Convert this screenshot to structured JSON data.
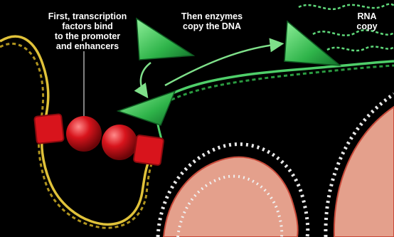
{
  "labels": {
    "transcription_factors": [
      "First, transcription",
      "factors bind",
      "to the promoter",
      "and enhancers"
    ],
    "enzymes": [
      "Then enzymes",
      "copy the DNA"
    ],
    "rna": [
      "RNA",
      "copy"
    ]
  },
  "colors": {
    "background": "#000000",
    "dna_yellow": "#e0c23a",
    "dna_green": "#4fcf6a",
    "transcription_factor_red": "#d8141c",
    "enzyme_green": "#3fbf5a",
    "arrow_green": "#7fe08a",
    "nucleosome_pink": "#e4a08c",
    "nucleosome_coil": "#e8e8e8"
  }
}
